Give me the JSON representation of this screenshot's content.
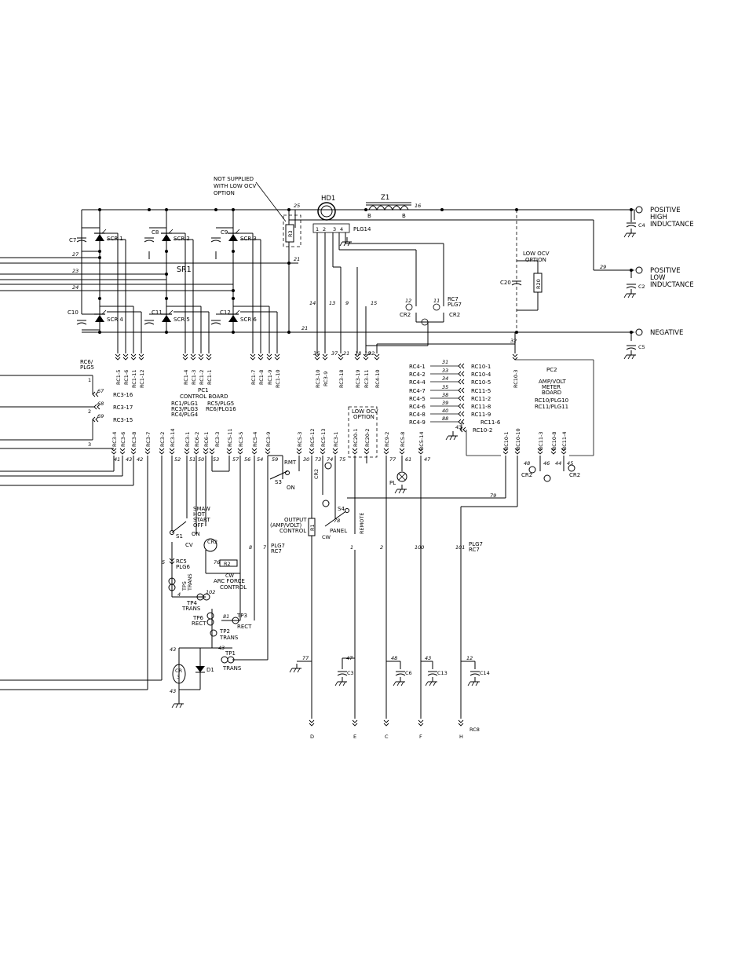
{
  "terminals": {
    "positive_high": [
      "POSITIVE",
      "HIGH",
      "INDUCTANCE"
    ],
    "positive_low": [
      "POSITIVE",
      "LOW",
      "INDUCTANCE"
    ],
    "negative": "NEGATIVE"
  },
  "notes": {
    "not_supplied": [
      "NOT SUPPLIED",
      "WITH LOW OCV",
      "OPTION"
    ],
    "low_ocv_right": [
      "LOW OCV",
      "OPTION"
    ],
    "low_ocv_box": [
      "LOW OCV",
      "OPTION"
    ]
  },
  "components": {
    "hd1": "HD1",
    "z1": "Z1",
    "z1_ends": [
      "B",
      "B"
    ],
    "hd1_pins": [
      "1",
      "2",
      "3",
      "4"
    ],
    "plg14": "PLG14",
    "r3": "R3",
    "r20": "R20",
    "c20": "C20",
    "sr1": "SR1",
    "scr": [
      "SCR 1",
      "SCR 2",
      "SCR 3",
      "SCR 4",
      "SCR 5",
      "SCR 6"
    ],
    "snubber_caps": [
      "C7",
      "C8",
      "C9",
      "C10",
      "C11",
      "C12"
    ],
    "output_caps": [
      "C4",
      "C2",
      "C5"
    ],
    "bottom_caps": [
      "C3",
      "C6",
      "C13",
      "C14"
    ],
    "pc1": [
      "PC1",
      "CONTROL BOARD",
      "RC1/PLG1",
      "RC3/PLG3",
      "RC4/PLG4",
      "RC5/PLG5",
      "RC6/PLG16"
    ],
    "pc2": [
      "PC2",
      "AMP/VOLT",
      "METER",
      "BOARD",
      "RC10/PLG10",
      "RC11/PLG11"
    ],
    "rc6_plg5": [
      "RC6/",
      "PLG5"
    ],
    "rc7_plg7": [
      "RC7",
      "PLG7"
    ],
    "cr2_labels": [
      "CR2",
      "CR2",
      "CR2",
      "CR2"
    ],
    "s1": [
      "SMAW",
      "HOT",
      "START",
      "OFF",
      "S1",
      "ON",
      "CV"
    ],
    "s3": [
      "RMT",
      "S3",
      "ON"
    ],
    "s4": [
      "S4",
      "PANEL",
      "REMOTE"
    ],
    "r1": [
      "R1",
      "OUTPUT",
      "(AMP/VOLT)",
      "CONTROL",
      "CW"
    ],
    "r2": [
      "R2",
      "CW",
      "ARC FORCE",
      "CONTROL"
    ],
    "pl": "PL",
    "tp": [
      "TP5",
      "TRANS",
      "TP4",
      "TRANS",
      "TP6",
      "RECT",
      "TP3",
      "RECT",
      "TP2",
      "TRANS",
      "TP1",
      "TRANS"
    ],
    "cr3": [
      "CR",
      "3"
    ],
    "d1": "D1",
    "rc5_plg6": [
      "RC5",
      "PLG6"
    ],
    "plg7_rc7": [
      "PLG7",
      "RC7"
    ],
    "rc8": "RC8",
    "bottom_letters": [
      "D",
      "E",
      "C",
      "F",
      "H"
    ],
    "rc3_side": [
      "RC3-16",
      "RC3-17",
      "RC3-15"
    ]
  },
  "connector_labels": {
    "rc1": [
      "RC1-5",
      "RC1-6",
      "RC1-11",
      "RC1-12",
      "RC1-4",
      "RC1-3",
      "RC1-2",
      "RC1-1",
      "RC1-7",
      "RC1-8",
      "RC1-9",
      "RC1-10"
    ],
    "rc3_top": [
      "RC3-10",
      "RC3-9",
      "RC3-18",
      "RC3-19",
      "RC3-11",
      "RC4-10",
      "RC10-3"
    ],
    "rc3_bottom": [
      "RC3-4",
      "RC3-6",
      "RC3-8",
      "RC3-7",
      "RC3-2",
      "RC3-14",
      "RC3-1",
      "RC6-2",
      "RC6-1",
      "RC3-3",
      "RC5-11",
      "RC3-5",
      "RC5-4",
      "RC3-9",
      "RC5-3",
      "RC5-12",
      "RC5-13",
      "RC3-1",
      "RC20-1",
      "RC20-2",
      "RC9-2",
      "RC5-8",
      "RC5-14",
      "RC10-1",
      "RC10-10",
      "RC11-3",
      "RC10-8",
      "RC11-4"
    ],
    "rc4_left": [
      "RC4-1",
      "RC4-2",
      "RC4-4",
      "RC4-7",
      "RC4-5",
      "RC4-6",
      "RC4-8",
      "RC4-9"
    ],
    "rc10_right": [
      "RC10-1",
      "RC10-4",
      "RC10-5",
      "RC11-5",
      "RC11-2",
      "RC11-8",
      "RC11-9",
      "RC11-6",
      "RC10-2"
    ]
  },
  "wire_numbers": {
    "top": [
      "25",
      "16",
      "27",
      "23",
      "24",
      "21",
      "21",
      "29",
      "32",
      "14",
      "13",
      "9",
      "15",
      "12",
      "11"
    ],
    "rc_top": [
      "36",
      "37",
      "21",
      "18",
      "19",
      "32"
    ],
    "rc4_wires": [
      "31",
      "33",
      "34",
      "35",
      "38",
      "39",
      "40",
      "88",
      "43"
    ],
    "side": [
      "67",
      "68",
      "69"
    ],
    "side_pins": [
      "1",
      "2",
      "3"
    ],
    "bottom_row": [
      "41",
      "43",
      "42",
      "52",
      "51",
      "50",
      "53",
      "57",
      "56",
      "54",
      "59",
      "30",
      "73",
      "74",
      "75",
      "77",
      "61",
      "47",
      "48",
      "46",
      "44",
      "45"
    ],
    "misc": [
      "79",
      "78",
      "12",
      "4",
      "5",
      "8",
      "7",
      "1",
      "2",
      "100",
      "101",
      "102",
      "81",
      "43",
      "43",
      "43",
      "76",
      "77",
      "47",
      "48",
      "43"
    ]
  }
}
